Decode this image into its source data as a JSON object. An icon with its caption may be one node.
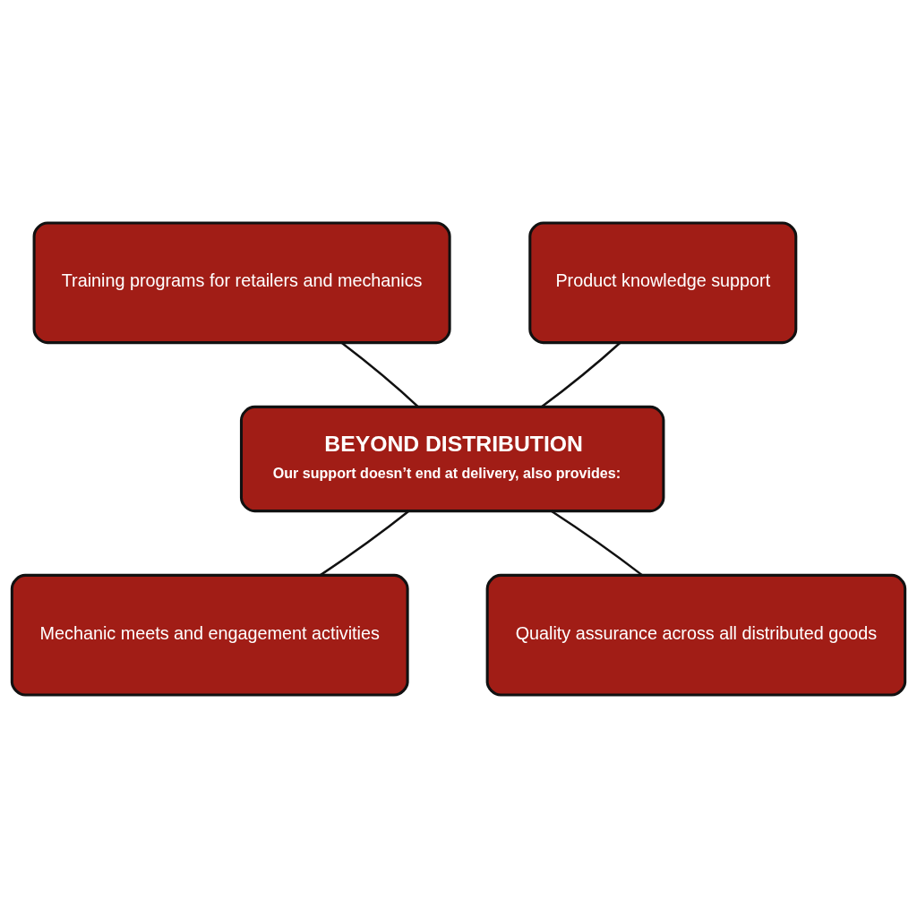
{
  "diagram": {
    "nodes": [
      {
        "text": [
          "Training programs for retailers and mechanics"
        ]
      },
      {
        "text": [
          "Product knowledge support"
        ]
      },
      {
        "text": [
          "BEYOND DISTRIBUTION",
          "Our support doesn’t end at delivery, also provides:"
        ]
      },
      {
        "text": [
          "Mechanic meets and engagement activities"
        ]
      },
      {
        "text": [
          "Quality assurance across all distributed goods"
        ]
      }
    ],
    "edges": [
      {
        "from": 2,
        "to": 0,
        "arrow": "none"
      },
      {
        "from": 2,
        "to": 1,
        "arrow": "none"
      },
      {
        "from": 2,
        "to": 3,
        "arrow": "none"
      },
      {
        "from": 2,
        "to": 4,
        "arrow": "none"
      }
    ]
  }
}
